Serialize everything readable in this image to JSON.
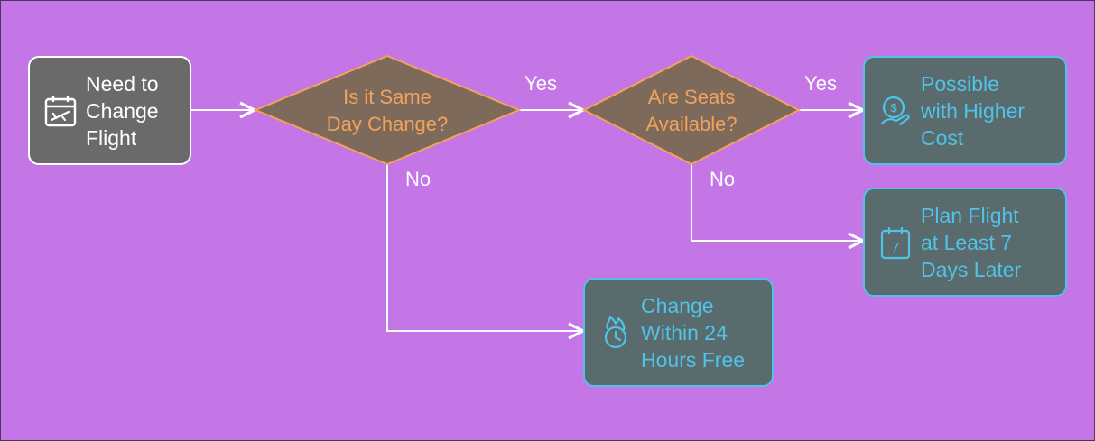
{
  "diagram": {
    "start": {
      "lines": [
        "Need to",
        "Change",
        "Flight"
      ],
      "icon": "calendar-plane-icon"
    },
    "decision_same_day": {
      "lines": [
        "Is it Same",
        "Day Change?"
      ]
    },
    "decision_seats": {
      "lines": [
        "Are Seats",
        "Available?"
      ]
    },
    "outcome_higher_cost": {
      "lines": [
        "Possible",
        "with Higher",
        "Cost"
      ],
      "icon": "dollar-hand-icon"
    },
    "outcome_plan_later": {
      "lines": [
        "Plan Flight",
        "at Least 7",
        "Days Later"
      ],
      "icon": "calendar-7-icon",
      "icon_text": "7"
    },
    "outcome_change_free": {
      "lines": [
        "Change",
        "Within 24",
        "Hours Free"
      ],
      "icon": "clock-fire-icon"
    },
    "edges": {
      "yes_1": "Yes",
      "no_1": "No",
      "yes_2": "Yes",
      "no_2": "No"
    }
  },
  "colors": {
    "background": "#c475e6",
    "decision_fill": "#7d6a5a",
    "decision_stroke": "#f2a25a",
    "outcome_stroke": "#4fc3e8",
    "start_fill": "#6a6a6a"
  }
}
